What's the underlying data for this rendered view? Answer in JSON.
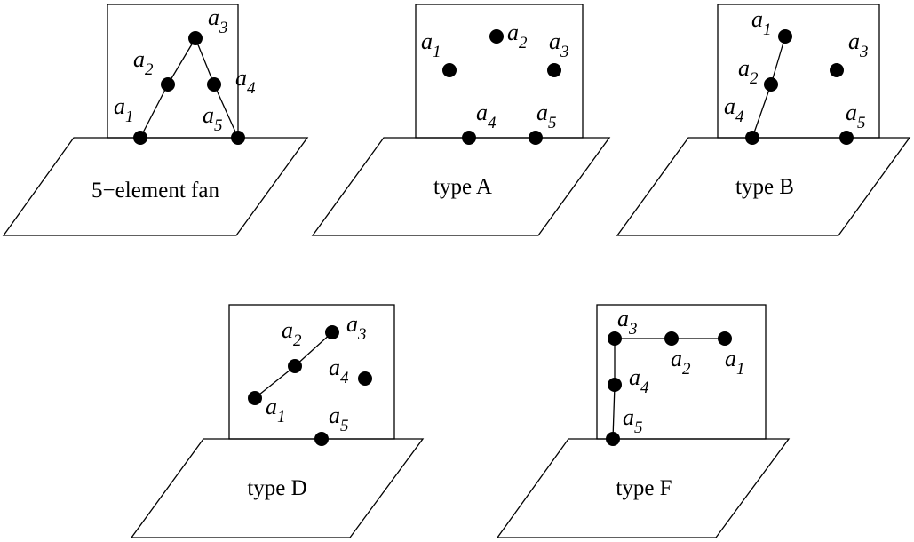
{
  "diagrams": [
    {
      "caption": "5−element fan",
      "labels": [
        {
          "letter": "a",
          "index": "1"
        },
        {
          "letter": "a",
          "index": "2"
        },
        {
          "letter": "a",
          "index": "3"
        },
        {
          "letter": "a",
          "index": "4"
        },
        {
          "letter": "a",
          "index": "5"
        }
      ]
    },
    {
      "caption": "type  A",
      "labels": [
        {
          "letter": "a",
          "index": "1"
        },
        {
          "letter": "a",
          "index": "2"
        },
        {
          "letter": "a",
          "index": "3"
        },
        {
          "letter": "a",
          "index": "4"
        },
        {
          "letter": "a",
          "index": "5"
        }
      ]
    },
    {
      "caption": "type  B",
      "labels": [
        {
          "letter": "a",
          "index": "1"
        },
        {
          "letter": "a",
          "index": "2"
        },
        {
          "letter": "a",
          "index": "3"
        },
        {
          "letter": "a",
          "index": "4"
        },
        {
          "letter": "a",
          "index": "5"
        }
      ]
    },
    {
      "caption": "type  D",
      "labels": [
        {
          "letter": "a",
          "index": "1"
        },
        {
          "letter": "a",
          "index": "2"
        },
        {
          "letter": "a",
          "index": "3"
        },
        {
          "letter": "a",
          "index": "4"
        },
        {
          "letter": "a",
          "index": "5"
        }
      ]
    },
    {
      "caption": "type  F",
      "labels": [
        {
          "letter": "a",
          "index": "1"
        },
        {
          "letter": "a",
          "index": "2"
        },
        {
          "letter": "a",
          "index": "3"
        },
        {
          "letter": "a",
          "index": "4"
        },
        {
          "letter": "a",
          "index": "5"
        }
      ]
    }
  ]
}
